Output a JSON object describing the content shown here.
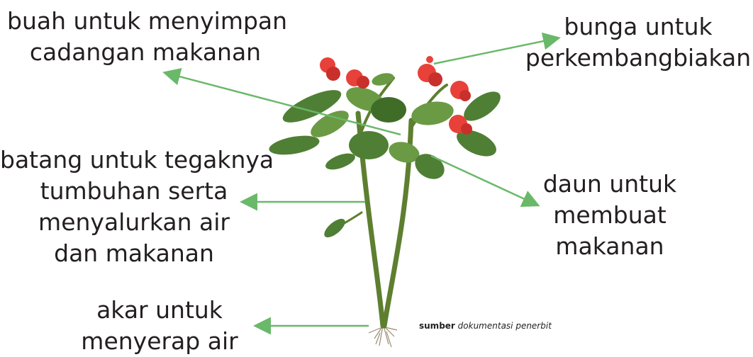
{
  "labels": {
    "buah": [
      "buah untuk menyimpan",
      "cadangan makanan"
    ],
    "bunga": [
      "bunga untuk",
      "perkembangbiakan"
    ],
    "batang": [
      "batang untuk tegaknya",
      "tumbuhan serta",
      "menyalurkan air",
      "dan makanan"
    ],
    "daun": [
      "daun untuk",
      "membuat",
      "makanan"
    ],
    "akar": [
      "akar untuk",
      "menyerap air"
    ]
  },
  "source": {
    "label": "sumber",
    "text": "dokumentasi penerbit"
  },
  "colors": {
    "arrow": "#6ab86a",
    "stem": "#5d7f2f",
    "leaf": "#4f7f34",
    "leaf_light": "#6b9a45",
    "flower": "#e8413a",
    "flower_dark": "#c9302b",
    "text": "#231f20"
  }
}
